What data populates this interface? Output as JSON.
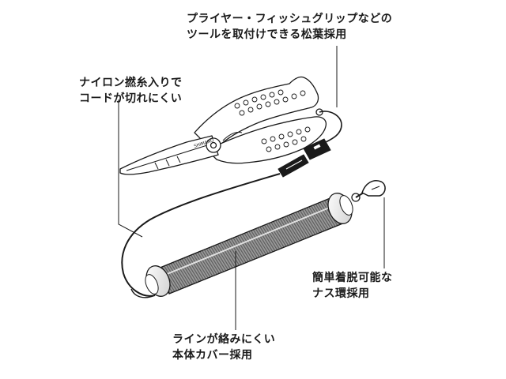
{
  "callouts": {
    "clip": {
      "line1": "プライヤー・フィッシュグリップなどの",
      "line2": "ツールを取付けできる松葉採用"
    },
    "cord": {
      "line1": "ナイロン撚糸入りで",
      "line2": "コードが切れにくい"
    },
    "clasp": {
      "line1": "簡単着脱可能な",
      "line2": "ナス環採用"
    },
    "cover": {
      "line1": "ラインが絡みにくい",
      "line2": "本体カバー採用"
    }
  },
  "pliers": {
    "brand_text": "SHIMANO"
  },
  "colors": {
    "line": "#1a1a1a",
    "cover_fill": "#8a8a8a",
    "background": "#ffffff"
  }
}
